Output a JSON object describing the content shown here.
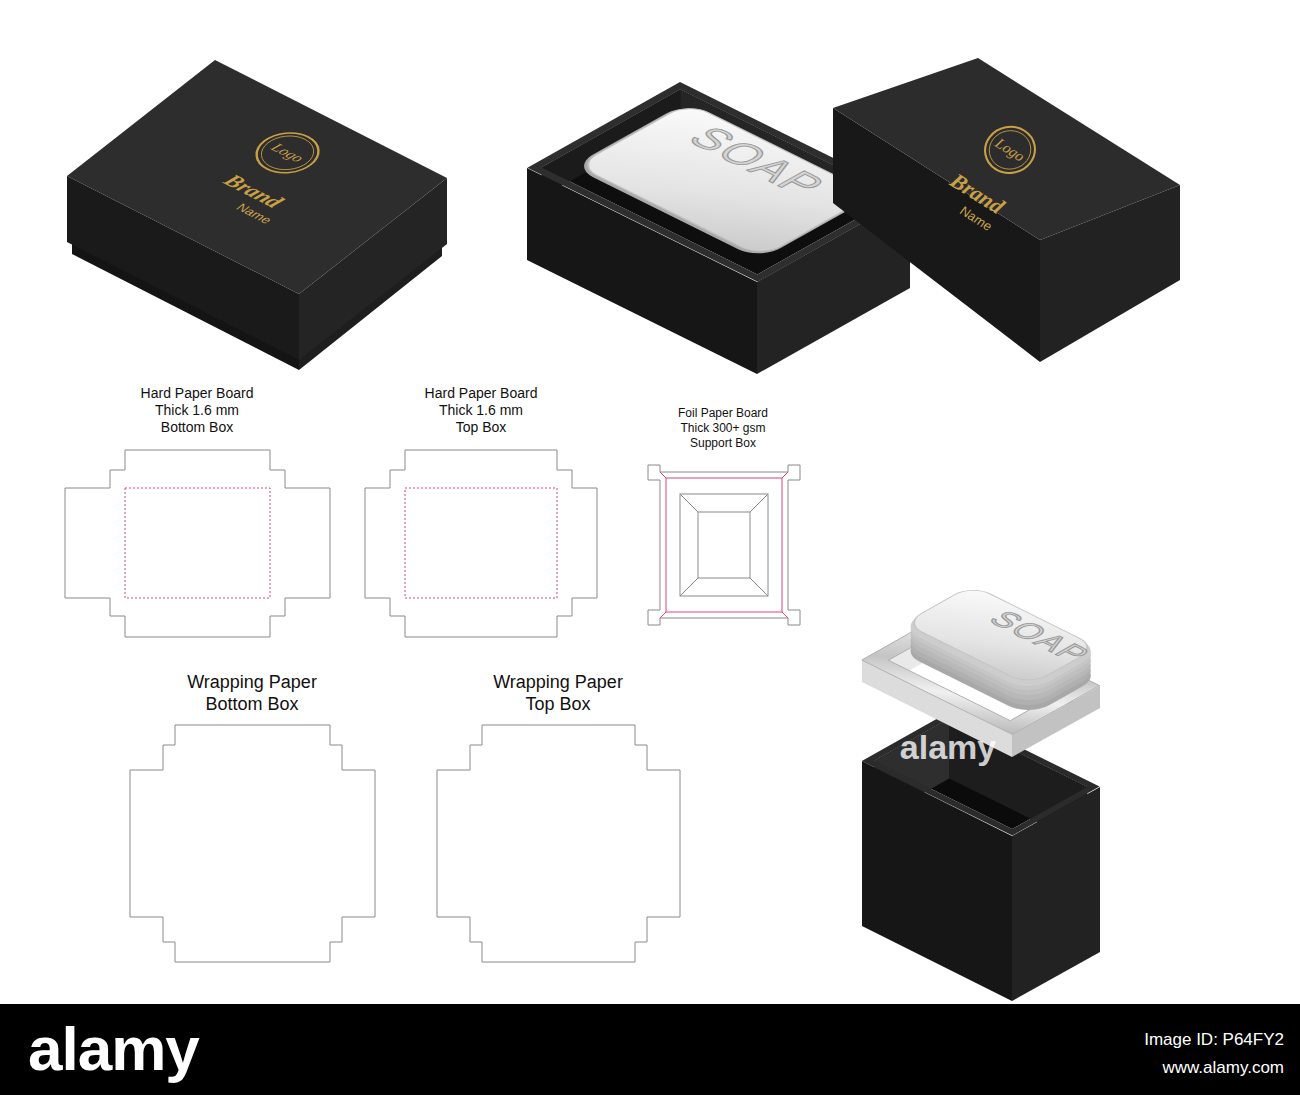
{
  "diagram": {
    "labels": [
      "Logo",
      "Brand",
      "Name",
      "SOAP",
      "Logo",
      "Brand",
      "Name",
      "Hard Paper Board Thick 1.6 mm Bottom Box",
      "Hard Paper Board Thick 1.6 mm Top Box",
      "Foil Paper Board Thick 300+ gsm Support Box",
      "SOAP",
      "alamy",
      "Wrapping Paper Bottom Box",
      "Wrapping Paper Top Box",
      "alamy",
      "Image ID: P64FY2",
      "www.alamy.com"
    ]
  }
}
